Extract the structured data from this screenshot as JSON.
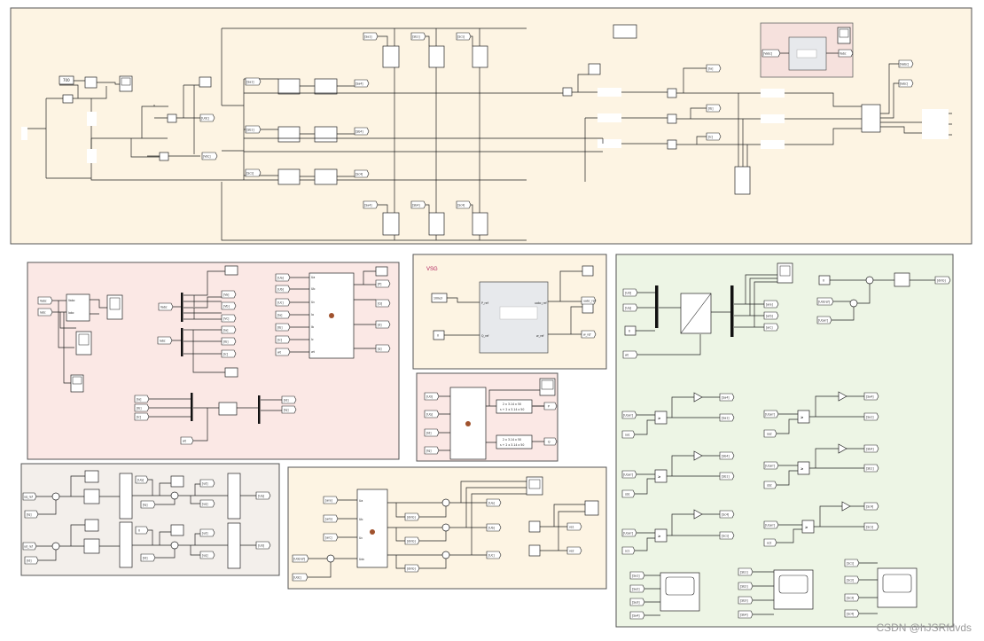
{
  "diagram": {
    "watermark": "CSDN @hJSRfdvds",
    "vsg_title": "VSG",
    "top": {
      "source_value": "700",
      "tags_gate_top": [
        "[Sa1]",
        "[Sb1]",
        "[Sc1]"
      ],
      "tags_gate_bottom": [
        "[Sa4]",
        "[Sb4]",
        "[Sc4]"
      ],
      "tags_left_in": [
        "[Sa1]",
        "[Sb1]",
        "[Sc1]"
      ],
      "tags_left_out": [
        "[Sa4]",
        "[Sb4]",
        "[Sc4]"
      ],
      "tag_udc": "[Udc]",
      "tag_vdc": "[Vdc]",
      "tag_ia": "[Ia]",
      "tag_ib": "[Ib]",
      "tag_ic": "[Ic]",
      "tags_right": [
        "[Vabc]",
        "[Iabc]"
      ],
      "inset_ports": [
        "[Vabc]",
        "Vabc"
      ]
    },
    "p1": {
      "meas_tags": [
        "Vabc",
        "Iabc"
      ],
      "meas_ports": [
        "Vabc",
        "Iabc"
      ],
      "v_out": [
        "[Va]",
        "[Vb]",
        "[Vc]"
      ],
      "i_out": [
        "[Ia]",
        "[Ib]",
        "[Ic]"
      ],
      "fn_inputs": [
        "[Ua]",
        "[Ub]",
        "[Uc]",
        "[Ia]",
        "[Ib]",
        "[Ic]",
        "wt"
      ],
      "fn_ports": [
        "Ua",
        "Ub",
        "Uc",
        "Ia",
        "Ib",
        "Ic",
        "wt"
      ],
      "fn_outputs": [
        "[P]",
        "[Q]",
        "[d]",
        "[q]"
      ],
      "ab_in": [
        "[Ia]",
        "[Ib]",
        "[Ic]"
      ],
      "ab_out": [
        "[Id]",
        "[Iq]"
      ],
      "wt": "wt"
    },
    "p2": {
      "const1": "100e3",
      "const2": "0",
      "ports_in": [
        "P_ref",
        "Q_ref"
      ],
      "ports_out": [
        "uabc_ref",
        "w_ref"
      ],
      "tags_out": [
        "uabc_ref",
        "w_ref"
      ]
    },
    "p3": {
      "tags_in": [
        "[Ud]",
        "[Uq]",
        "[Id]",
        "[Iq]"
      ],
      "tf1": "2 x 3.14 x 50",
      "tf1_den": "s + 2 x 3.14 x 50",
      "tf2": "2 x 3.14 x 50",
      "tf2_den": "s + 2 x 3.14 x 50",
      "tags_out": [
        "P",
        "Q"
      ]
    },
    "p4": {
      "tags_in": [
        "uq_ref",
        "[Iq]",
        "ud_ref",
        "[Id]"
      ],
      "tags_mid": [
        "[Iq]",
        "[Id]"
      ],
      "consts": [
        "[Uq]",
        "0"
      ],
      "tags_out": [
        "[Uq]",
        "[Ud]"
      ],
      "outs_mid": [
        "[ud]",
        "[uq]"
      ]
    },
    "p5": {
      "tags_in": [
        "[ara]",
        "[arb]",
        "[arc]",
        "[Udcref]",
        "[Udc]"
      ],
      "ports": [
        "Ua",
        "Ub",
        "Uc",
        "Udc"
      ],
      "mid_tags": [
        "[dmb]",
        "[dmb]",
        "[dmb]"
      ],
      "tags_out": [
        "[Ua]",
        "[Ub]",
        "[Uc]"
      ],
      "right_tags": [
        "vs1",
        "vs2"
      ]
    },
    "p6": {
      "tags_in": [
        "[Ud]",
        "[Uq]",
        "0",
        "wt"
      ],
      "tags_out": [
        "[ara]",
        "[arb]",
        "[arc]"
      ],
      "top_right": [
        "0",
        "[Udcref]",
        "[Ucarr]"
      ],
      "out_right": "[dmb]",
      "cmp_in": [
        "[Ucarr]",
        "[Ucarr]",
        "[Ucarr]",
        "[Ucarr]",
        "[Ucarr]",
        "[Ucarr]"
      ],
      "cmp_ref": [
        "sa1",
        "sa2",
        "sb1",
        "sb2",
        "sc1",
        "sc2"
      ],
      "cmp_out": [
        "[Sa4]",
        "[Sa1]",
        "[Sb4]",
        "[Sb1]",
        "[Sc4]",
        "[Sc1]"
      ],
      "scope1": [
        "[Sa1]",
        "[Sa2]",
        "[Sa3]",
        "[Sa4]"
      ],
      "scope2": [
        "[Sb1]",
        "[Sb2]",
        "[Sb3]",
        "[Sb4]"
      ],
      "scope3": [
        "[Sc1]",
        "[Sc2]",
        "[Sc3]",
        "[Sc4]"
      ]
    },
    "colors": {
      "panel_yellow": "#fdf4e3",
      "panel_pink": "#fbe8e5",
      "panel_gray": "#f3efeb",
      "panel_green": "#edf5e5",
      "vsg_block": "#e7e9ec"
    }
  }
}
